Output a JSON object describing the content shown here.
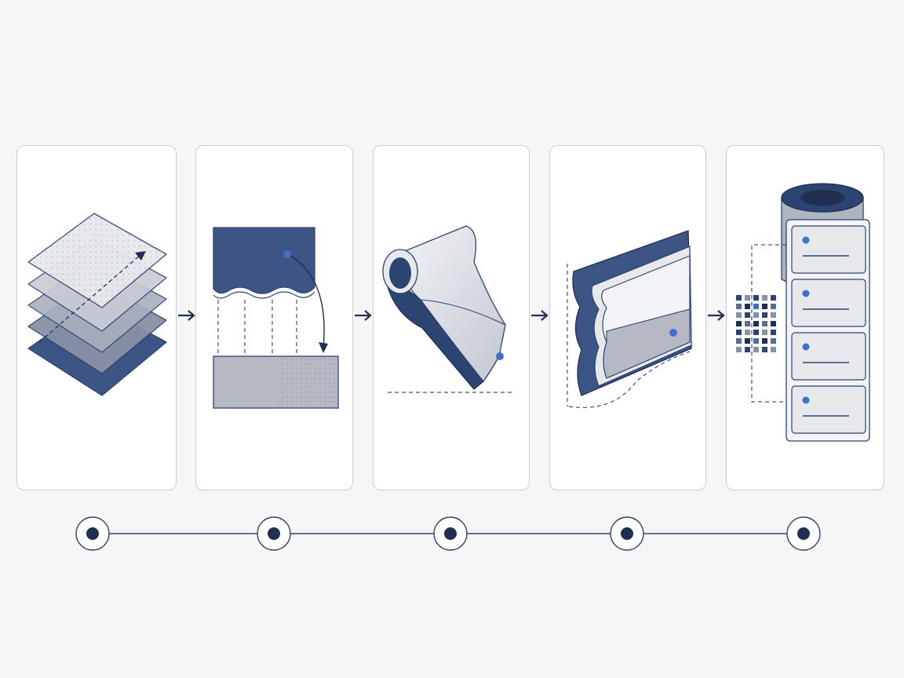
{
  "diagram": {
    "steps": [
      {
        "id": 1,
        "illustration": "stacked-layers"
      },
      {
        "id": 2,
        "illustration": "sheet-transfer"
      },
      {
        "id": 3,
        "illustration": "curved-roll"
      },
      {
        "id": 4,
        "illustration": "edge-profile"
      },
      {
        "id": 5,
        "illustration": "cylinder-modules"
      }
    ],
    "connector": "right-arrow-icon",
    "timeline_markers": 5
  },
  "colors": {
    "navy": "#2c4470",
    "navy_dark": "#1e2f52",
    "accent_dot": "#3f6fc8",
    "gray_fill": "#b4b9c4",
    "light_fill": "#e6e8ec",
    "outline": "#c9ced6",
    "background": "#f6f6f6"
  }
}
